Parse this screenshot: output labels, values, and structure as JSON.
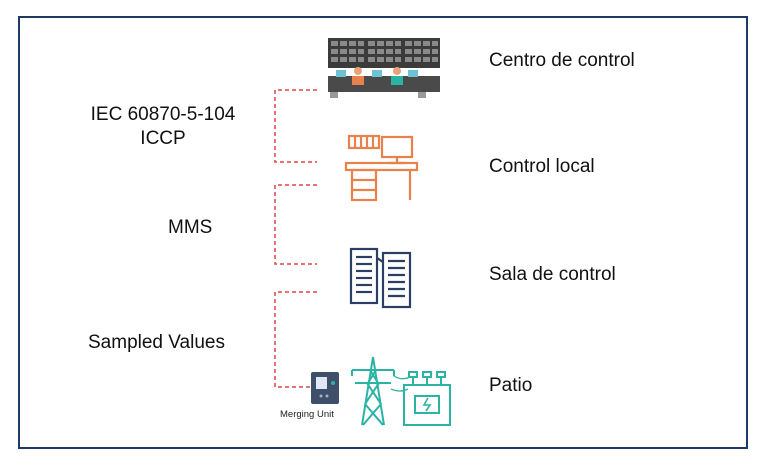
{
  "levels": {
    "control_center": "Centro de control",
    "local_control": "Control local",
    "control_room": "Sala de control",
    "yard": "Patio"
  },
  "protocols": {
    "iec_line1": "IEC 60870-5-104",
    "iec_line2": "ICCP",
    "mms": "MMS",
    "sampled_values": "Sampled Values"
  },
  "devices": {
    "merging_unit": "Merging Unit"
  },
  "colors": {
    "frame": "#1f3864",
    "dashed_link": "#e0454a",
    "orange_icon": "#e8824a",
    "navy_icon": "#2b3f63",
    "teal_icon": "#2bb3a3"
  }
}
